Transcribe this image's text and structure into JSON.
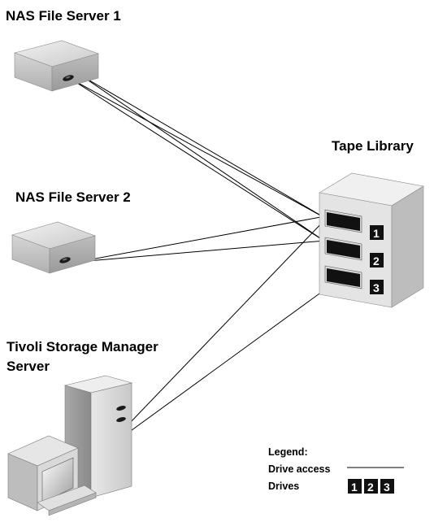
{
  "labels": {
    "nas1": "NAS File Server 1",
    "nas2": "NAS File Server 2",
    "tape_library": "Tape Library",
    "tsm_line1": "Tivoli Storage Manager",
    "tsm_line2": "Server"
  },
  "drives": [
    "1",
    "2",
    "3"
  ],
  "legend": {
    "title": "Legend:",
    "drive_access": "Drive access",
    "drives": "Drives",
    "drive_badges": [
      "1",
      "2",
      "3"
    ]
  }
}
